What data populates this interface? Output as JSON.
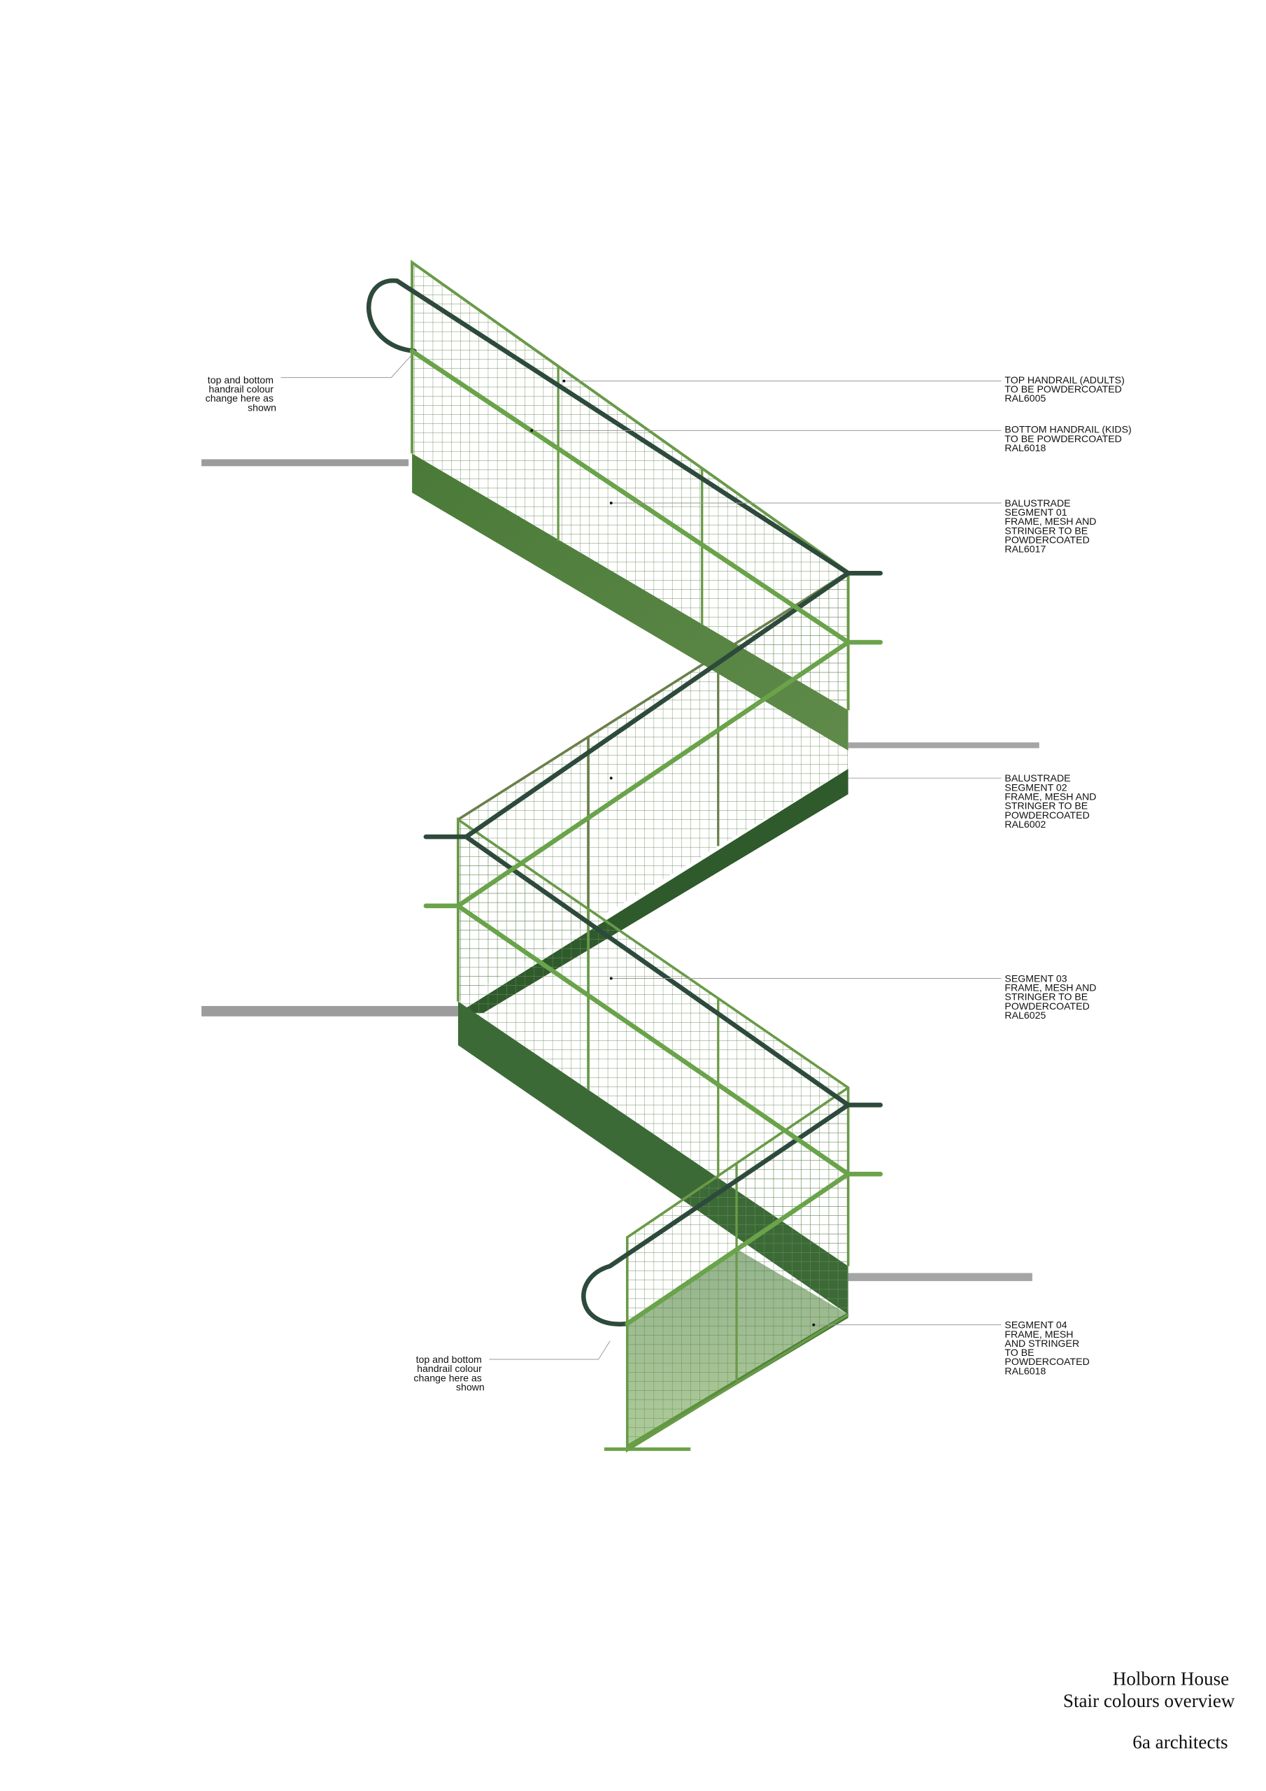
{
  "drawing": {
    "colors": {
      "top_handrail": "#2d4a3c",
      "bottom_handrail": "#6aa34a",
      "segment_01": "#4f7f3f",
      "segment_02": "#2f5a2c",
      "segment_03": "#3b6a36",
      "segment_04": "#4f8c3c",
      "floor_slab": "#9c9c9c"
    },
    "left_notes": [
      {
        "lines": [
          "top and bottom",
          "handrail colour",
          "change here as",
          "shown"
        ]
      },
      {
        "lines": [
          "top and bottom",
          "handrail colour",
          "change here as",
          "shown"
        ]
      }
    ],
    "right_notes": [
      {
        "lines": [
          "TOP HANDRAIL (ADULTS)",
          "TO BE POWDERCOATED",
          "RAL6005"
        ]
      },
      {
        "lines": [
          "BOTTOM HANDRAIL (KIDS)",
          "TO BE POWDERCOATED",
          "RAL6018"
        ]
      },
      {
        "lines": [
          "BALUSTRADE",
          "SEGMENT 01",
          "FRAME, MESH AND",
          "STRINGER TO BE",
          "POWDERCOATED",
          "RAL6017"
        ]
      },
      {
        "lines": [
          "BALUSTRADE",
          "SEGMENT 02",
          "FRAME, MESH AND",
          "STRINGER TO BE",
          "POWDERCOATED",
          "RAL6002"
        ]
      },
      {
        "lines": [
          "SEGMENT 03",
          "FRAME, MESH AND",
          "STRINGER TO BE",
          "POWDERCOATED",
          "RAL6025"
        ]
      },
      {
        "lines": [
          "SEGMENT 04",
          "FRAME, MESH",
          "AND STRINGER",
          "TO BE",
          "POWDERCOATED",
          "RAL6018"
        ]
      }
    ]
  },
  "title_block": {
    "project": "Holborn House",
    "sheet": "Stair colours overview",
    "practice": "6a architects"
  }
}
